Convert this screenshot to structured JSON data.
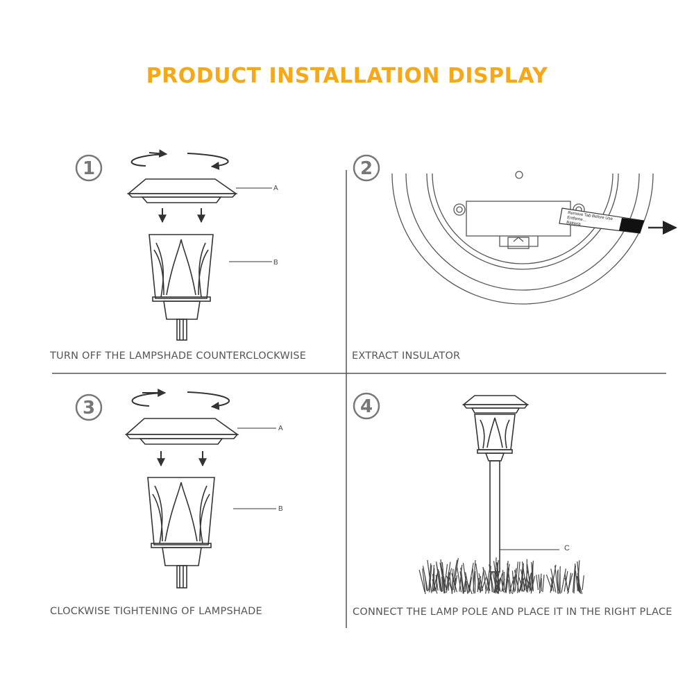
{
  "title": "PRODUCT INSTALLATION DISPLAY",
  "colors": {
    "title": "#F5A91A",
    "line": "#333333",
    "divider": "#555555",
    "caption": "#555555"
  },
  "steps": [
    {
      "number": "1",
      "caption": "TURN OFF THE LAMPSHADE COUNTERCLOCKWISE",
      "parts": [
        "A",
        "B"
      ]
    },
    {
      "number": "2",
      "caption": "EXTRACT INSULATOR",
      "insulator_text": [
        "Remove Tab Before Use",
        "Entferne...",
        "Batteria"
      ]
    },
    {
      "number": "3",
      "caption": "CLOCKWISE TIGHTENING OF LAMPSHADE",
      "parts": [
        "A",
        "B"
      ]
    },
    {
      "number": "4",
      "caption": "CONNECT THE LAMP POLE AND PLACE IT IN THE RIGHT PLACE",
      "parts": [
        "C"
      ]
    }
  ]
}
